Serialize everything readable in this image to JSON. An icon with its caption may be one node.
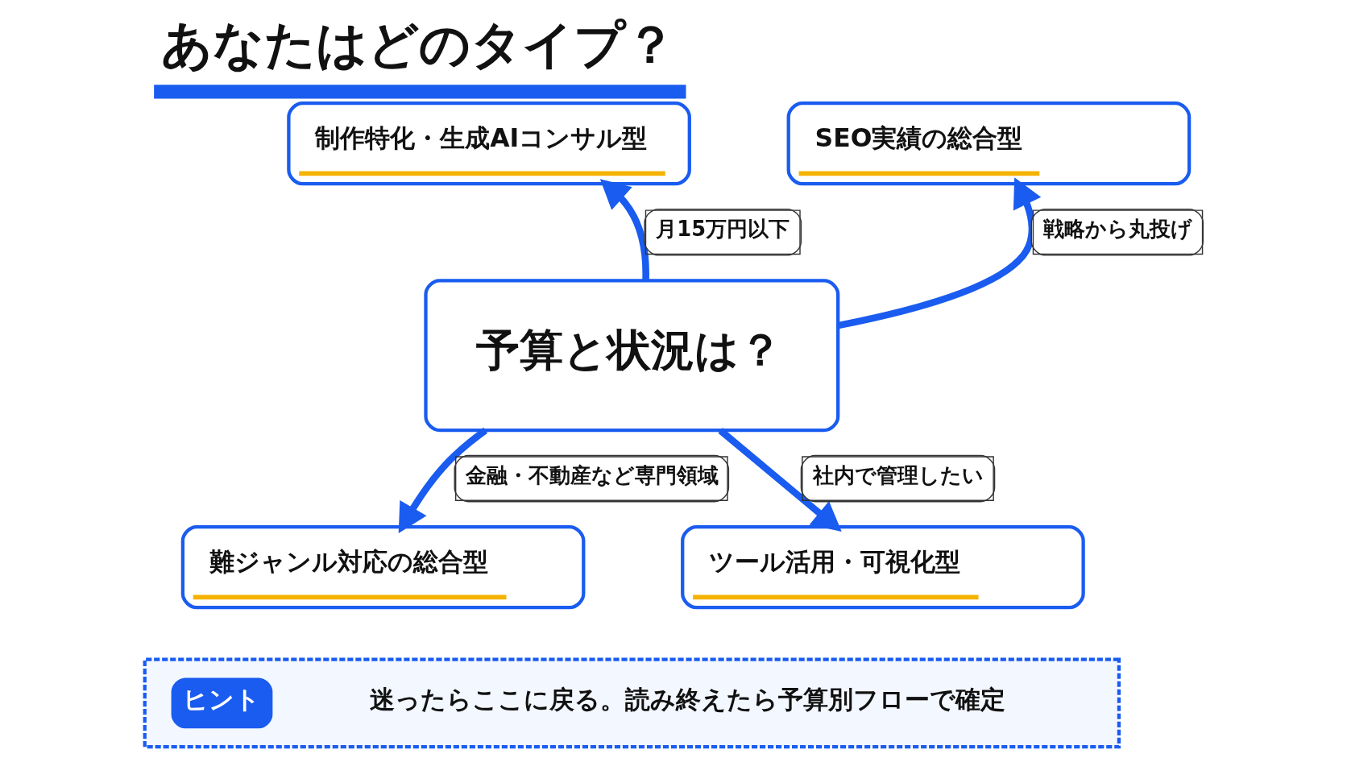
{
  "diagram": {
    "title": "あなたはどのタイプ？",
    "nodes": [
      {
        "text": [
          "制作特化・生成AIコンサル型"
        ]
      },
      {
        "text": [
          "SEO実績の総合型"
        ]
      },
      {
        "text": [
          "予算と状況は？"
        ]
      },
      {
        "text": [
          "難ジャンル対応の総合型"
        ]
      },
      {
        "text": [
          "ツール活用・可視化型"
        ]
      },
      {
        "text": [
          "ヒント",
          "迷ったらここに戻る。読み終えたら予算別フローで確定"
        ]
      }
    ],
    "edges": [
      {
        "from": 2,
        "to": 0,
        "arrow": "to",
        "label": "月15万円以下"
      },
      {
        "from": 2,
        "to": 1,
        "arrow": "to",
        "label": "戦略から丸投げ"
      },
      {
        "from": 2,
        "to": 3,
        "arrow": "to",
        "label": "金融・不動産など専門領域"
      },
      {
        "from": 2,
        "to": 4,
        "arrow": "to",
        "label": "社内で管理したい"
      }
    ]
  }
}
